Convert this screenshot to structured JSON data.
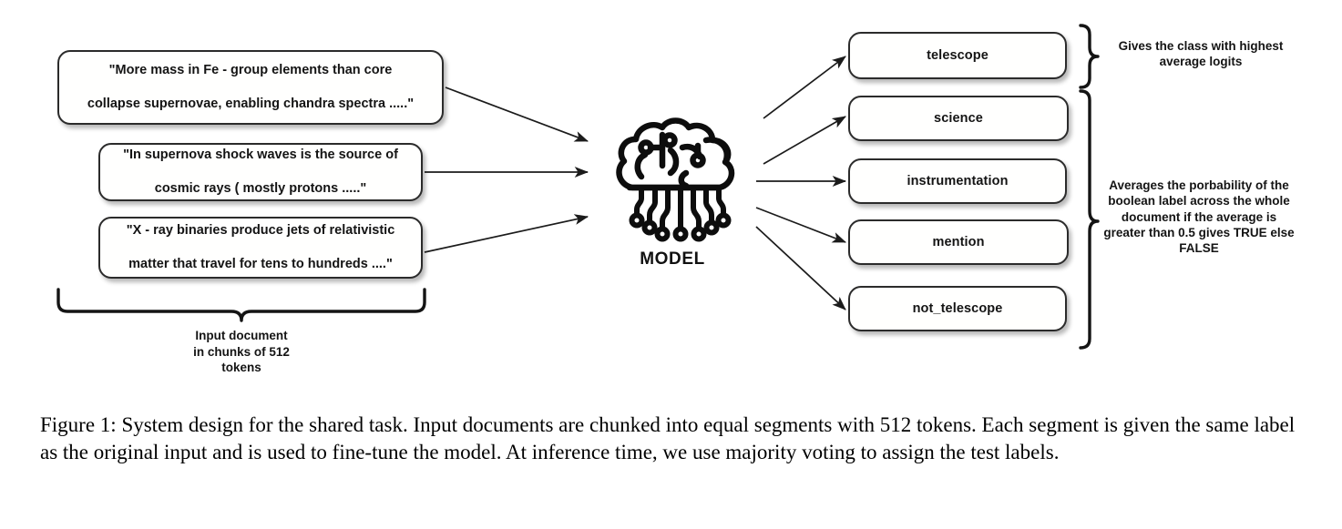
{
  "figure": {
    "input_chunks": [
      {
        "name": "chunk-1",
        "line1": "\"More mass in Fe - group elements than core",
        "line2": "collapse supernovae, enabling chandra spectra .....\""
      },
      {
        "name": "chunk-2",
        "line1": "\"In supernova shock waves is the source of",
        "line2": "cosmic rays ( mostly protons  .....\""
      },
      {
        "name": "chunk-3",
        "line1": "\"X - ray binaries produce jets of relativistic",
        "line2": "matter that travel for tens to hundreds  ....\""
      }
    ],
    "input_caption": "Input document\nin chunks of 512\ntokens",
    "model": {
      "label": "MODEL",
      "icon": "brain-circuit-icon"
    },
    "outputs": [
      {
        "name": "telescope",
        "label": "telescope"
      },
      {
        "name": "science",
        "label": "science"
      },
      {
        "name": "instrumentation",
        "label": "instrumentation"
      },
      {
        "name": "mention",
        "label": "mention"
      },
      {
        "name": "not_telescope",
        "label": "not_telescope"
      }
    ],
    "annotations": {
      "top": "Gives the class with highest average logits",
      "bottom": "Averages the porbability of the boolean label across the whole document if the average is greater than 0.5 gives TRUE else FALSE"
    }
  },
  "caption": "Figure 1: System design for the shared task. Input documents are chunked into equal segments with 512 tokens. Each segment is given the same label as the original input and is used to fine-tune the model. At inference time, we use majority voting to assign the test labels.",
  "colors": {
    "background": "#ffffff",
    "stroke": "#2b2b2b",
    "text": "#141414",
    "caption_text": "#000000"
  }
}
